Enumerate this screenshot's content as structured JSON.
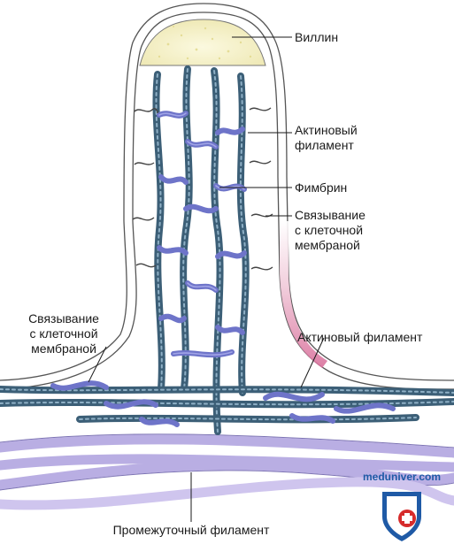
{
  "labels": {
    "villin": "Виллин",
    "actin_filament_1": "Актиновый",
    "actin_filament_2": "филамент",
    "fimbrin": "Фимбрин",
    "membrane_link_right_1": "Связывание",
    "membrane_link_right_2": "с клеточной",
    "membrane_link_right_3": "мембраной",
    "membrane_link_left_1": "Связывание",
    "membrane_link_left_2": "с клеточной",
    "membrane_link_left_3": "мембраной",
    "actin_filament_right": "Актиновый филамент",
    "intermediate_filament": "Промежуточный филамент"
  },
  "watermark": "meduniver.com",
  "colors": {
    "actin": "#3c5f77",
    "cross_link": "#6e74c9",
    "villin_cap": "#f4f1c8",
    "intermediate": "#b9aee3",
    "membrane_gradient": "#d9719c",
    "logo_blue": "#1f5aa6",
    "logo_red": "#d62b2b"
  },
  "icons": [
    "villin-cap-icon",
    "logo-cross-icon"
  ]
}
